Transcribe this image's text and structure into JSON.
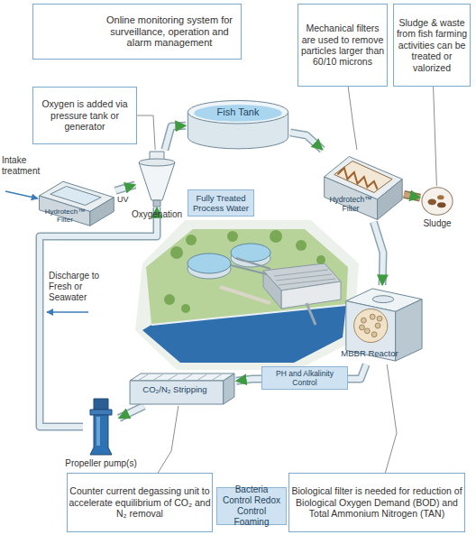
{
  "diagram": {
    "nodes": [
      {
        "text": [
          "Online monitoring system for surveillance, operation and alarm management"
        ]
      },
      {
        "text": [
          "Mechanical filters are used to remove particles larger than 60/10 microns"
        ]
      },
      {
        "text": [
          "Sludge & waste from fish farming activities can be treated or valorized"
        ]
      },
      {
        "text": [
          "Oxygen is added via pressure tank or generator"
        ]
      },
      {
        "text": [
          "Fish Tank"
        ]
      },
      {
        "text": [
          "Hydrotech™ Filter"
        ]
      },
      {
        "text": [
          "Oxygenation"
        ]
      },
      {
        "text": [
          "Fully Treated Process Water"
        ]
      },
      {
        "text": [
          "Hydrotech™ Filter"
        ]
      },
      {
        "text": [
          "Sludge"
        ]
      },
      {
        "text": [
          "MBBR Reactor"
        ]
      },
      {
        "text": [
          "CO₂/N₂ Stripping"
        ]
      },
      {
        "text": [
          "PH and Alkalinity Control"
        ]
      },
      {
        "text": [
          "Propeller pump(s)"
        ]
      },
      {
        "text": [
          "Counter current degassing unit to accelerate equilibrium of CO₂ and N₂ removal"
        ]
      },
      {
        "text": [
          "Bacteria Control Redox Control Foaming"
        ]
      },
      {
        "text": [
          "Biological filter is needed for reduction of Biological Oxygen Demand (BOD) and Total Ammonium Nitrogen (TAN)"
        ]
      }
    ],
    "edges": [
      {
        "from": 5,
        "to": 6,
        "arrow": "to"
      },
      {
        "from": 6,
        "to": 4,
        "arrow": "to"
      },
      {
        "from": 4,
        "to": 8,
        "arrow": "to"
      },
      {
        "from": 8,
        "to": 9,
        "arrow": "to"
      },
      {
        "from": 8,
        "to": 10,
        "arrow": "to"
      },
      {
        "from": 10,
        "to": 11,
        "arrow": "to"
      },
      {
        "from": 11,
        "to": 13,
        "arrow": "to"
      },
      {
        "from": 13,
        "to": 6,
        "arrow": "to"
      },
      {
        "from": 1,
        "to": 8,
        "arrow": "none"
      },
      {
        "from": 2,
        "to": 9,
        "arrow": "none"
      },
      {
        "from": 3,
        "to": 6,
        "arrow": "none"
      },
      {
        "from": 14,
        "to": 11,
        "arrow": "none"
      },
      {
        "from": 16,
        "to": 10,
        "arrow": "none"
      }
    ],
    "labels": [
      "Intake treatment",
      "UV",
      "Discharge to Fresh or Seawater"
    ]
  }
}
